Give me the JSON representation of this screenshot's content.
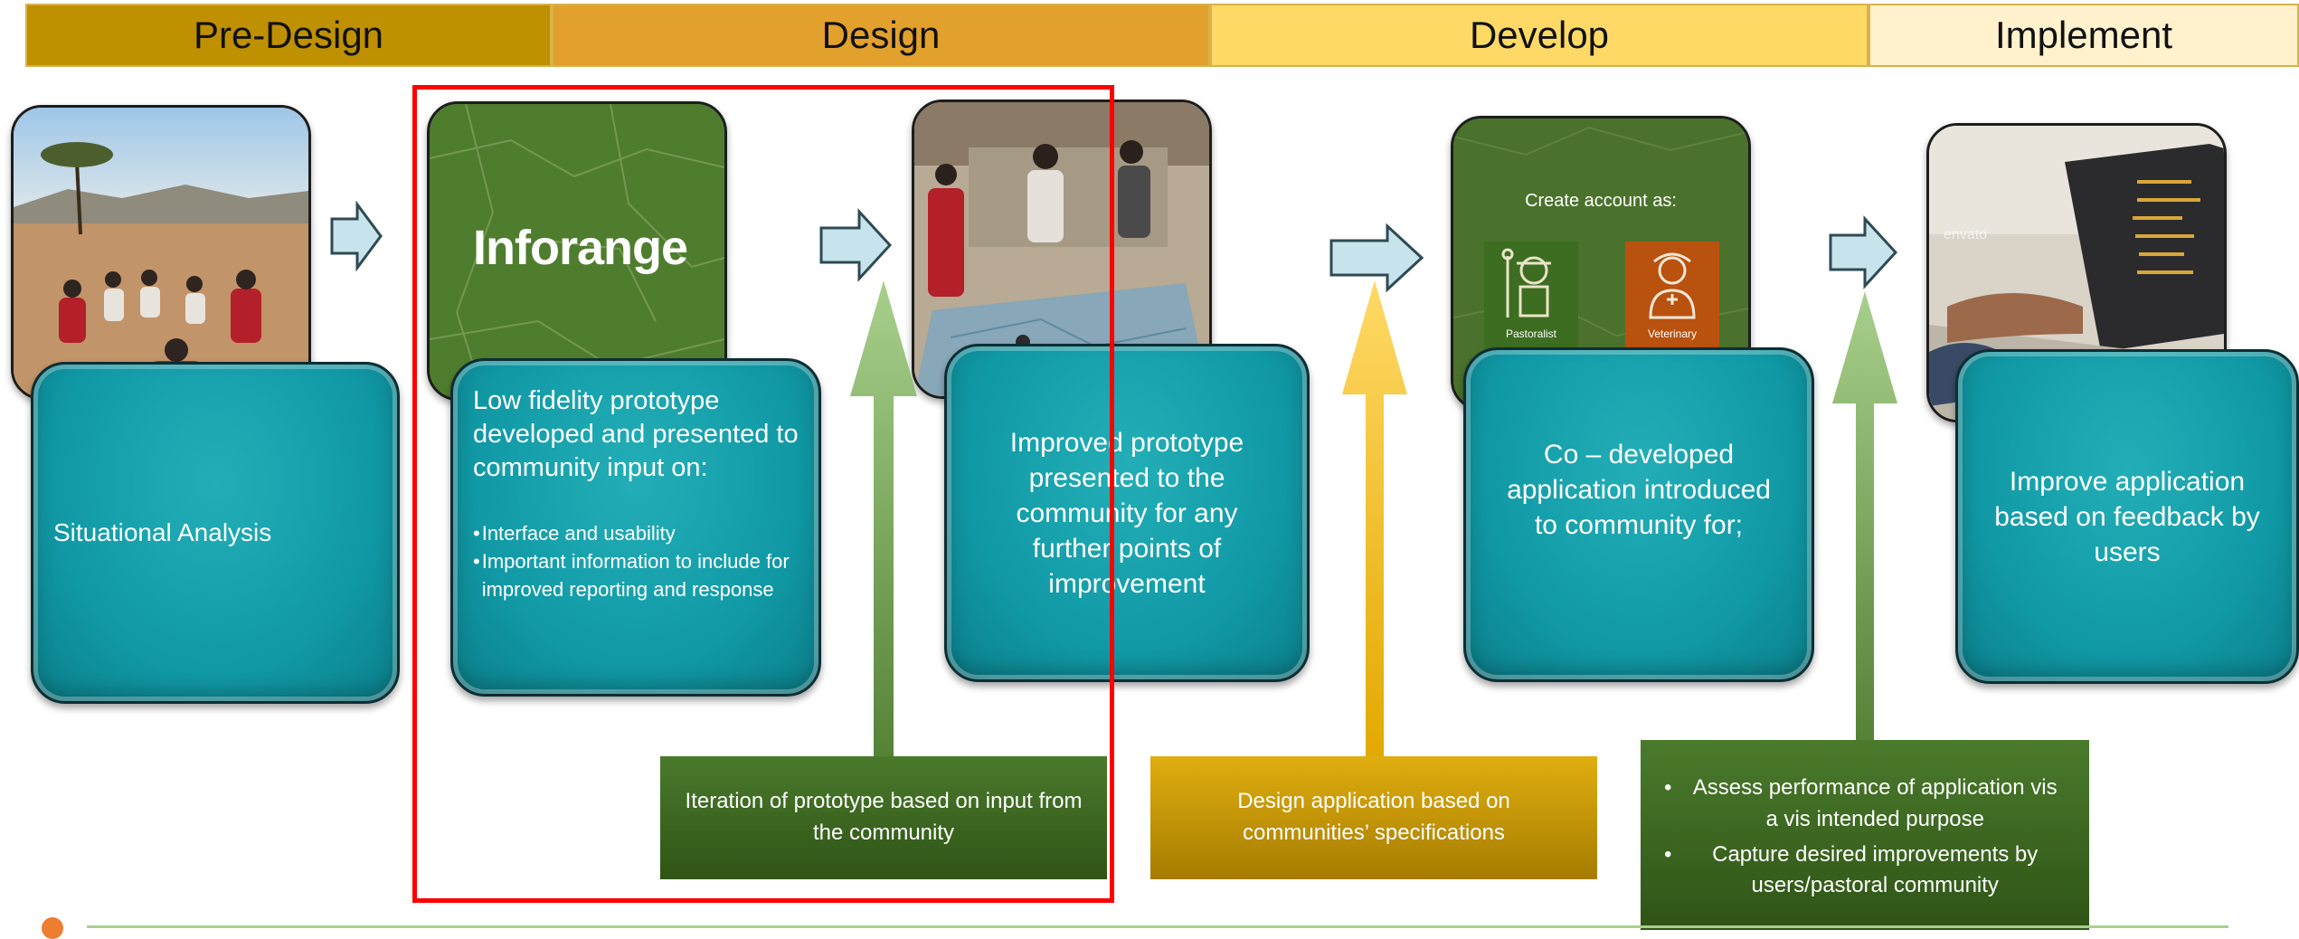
{
  "phases": [
    {
      "label": "Pre-Design",
      "color": "#bf9000"
    },
    {
      "label": "Design",
      "color": "#e2a02c"
    },
    {
      "label": "Develop",
      "color": "#ffd966"
    },
    {
      "label": "Implement",
      "color": "#fff2cc"
    }
  ],
  "inforange_logo": "Inforange",
  "create_account": {
    "heading": "Create account as:",
    "options": [
      "Pastoralist",
      "Veterinary"
    ]
  },
  "watermark": "envato",
  "cards": {
    "situational": "Situational Analysis",
    "low_fidelity": {
      "heading": "Low fidelity prototype developed and presented to community input on:",
      "bullets": [
        "Interface and usability",
        "Important information to include for improved reporting and response"
      ]
    },
    "improved": "Improved prototype presented to the community for any further points of improvement",
    "codeveloped": "Co – developed application introduced to community for;",
    "improve_app": "Improve application based on feedback by users"
  },
  "notes": {
    "iteration": "Iteration of prototype based on input from the community",
    "design_app": "Design application based on communities’ specifications",
    "assess": [
      "Assess performance of application vis a vis intended purpose",
      "Capture desired improvements by users/pastoral community"
    ]
  },
  "colors": {
    "teal": "#119aa6",
    "green_arrow": "#70ad47",
    "gold_arrow": "#ffc000",
    "dark_green": "#375623",
    "gold_box": "#bf9000",
    "highlight_red": "#ff0000",
    "footer_line": "#a9d18e"
  }
}
